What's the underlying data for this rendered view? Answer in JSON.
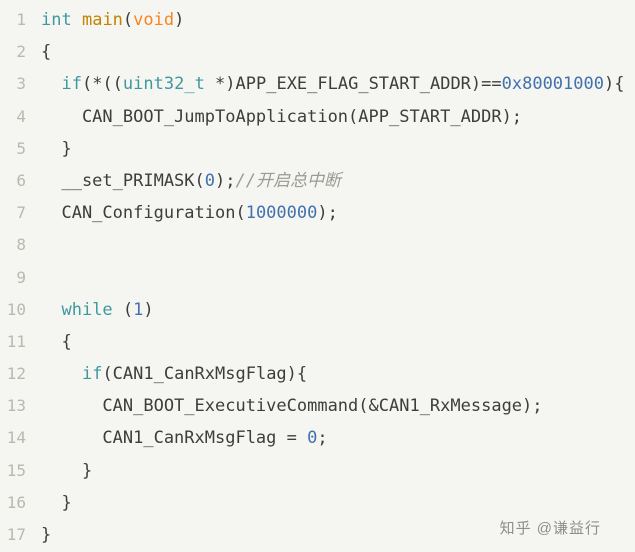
{
  "editor": {
    "language": "c",
    "background": "#f5f5f2",
    "line_number_color": "#b9b9b2",
    "text_color": "#3d3d3d",
    "token_colors": {
      "plain": "#3d3d3d",
      "keyword": "#3e999f",
      "type": "#3e999f",
      "function": "#c18401",
      "builtin": "#f5871f",
      "number": "#4271ae",
      "comment": "#9b9b95"
    },
    "lines": [
      {
        "number": "1",
        "tokens": [
          {
            "t": "keyword",
            "s": "int"
          },
          {
            "t": "plain",
            "s": " "
          },
          {
            "t": "function",
            "s": "main"
          },
          {
            "t": "plain",
            "s": "("
          },
          {
            "t": "builtin",
            "s": "void"
          },
          {
            "t": "plain",
            "s": ")"
          }
        ]
      },
      {
        "number": "2",
        "tokens": [
          {
            "t": "plain",
            "s": "{"
          }
        ]
      },
      {
        "number": "3",
        "tokens": [
          {
            "t": "plain",
            "s": "  "
          },
          {
            "t": "keyword",
            "s": "if"
          },
          {
            "t": "plain",
            "s": "(*(("
          },
          {
            "t": "type",
            "s": "uint32_t"
          },
          {
            "t": "plain",
            "s": " *)APP_EXE_FLAG_START_ADDR)=="
          },
          {
            "t": "number",
            "s": "0x80001000"
          },
          {
            "t": "plain",
            "s": "){"
          }
        ]
      },
      {
        "number": "4",
        "tokens": [
          {
            "t": "plain",
            "s": "    CAN_BOOT_JumpToApplication(APP_START_ADDR);"
          }
        ]
      },
      {
        "number": "5",
        "tokens": [
          {
            "t": "plain",
            "s": "  }"
          }
        ]
      },
      {
        "number": "6",
        "tokens": [
          {
            "t": "plain",
            "s": "  __set_PRIMASK("
          },
          {
            "t": "number",
            "s": "0"
          },
          {
            "t": "plain",
            "s": ");"
          },
          {
            "t": "comment",
            "s": "//开启总中断"
          }
        ]
      },
      {
        "number": "7",
        "tokens": [
          {
            "t": "plain",
            "s": "  CAN_Configuration("
          },
          {
            "t": "number",
            "s": "1000000"
          },
          {
            "t": "plain",
            "s": ");"
          }
        ]
      },
      {
        "number": "8",
        "tokens": []
      },
      {
        "number": "9",
        "tokens": []
      },
      {
        "number": "10",
        "tokens": [
          {
            "t": "plain",
            "s": "  "
          },
          {
            "t": "keyword",
            "s": "while"
          },
          {
            "t": "plain",
            "s": " ("
          },
          {
            "t": "number",
            "s": "1"
          },
          {
            "t": "plain",
            "s": ")"
          }
        ]
      },
      {
        "number": "11",
        "tokens": [
          {
            "t": "plain",
            "s": "  {"
          }
        ]
      },
      {
        "number": "12",
        "tokens": [
          {
            "t": "plain",
            "s": "    "
          },
          {
            "t": "keyword",
            "s": "if"
          },
          {
            "t": "plain",
            "s": "(CAN1_CanRxMsgFlag){"
          }
        ]
      },
      {
        "number": "13",
        "tokens": [
          {
            "t": "plain",
            "s": "      CAN_BOOT_ExecutiveCommand(&CAN1_RxMessage);"
          }
        ]
      },
      {
        "number": "14",
        "tokens": [
          {
            "t": "plain",
            "s": "      CAN1_CanRxMsgFlag = "
          },
          {
            "t": "number",
            "s": "0"
          },
          {
            "t": "plain",
            "s": ";"
          }
        ]
      },
      {
        "number": "15",
        "tokens": [
          {
            "t": "plain",
            "s": "    }"
          }
        ]
      },
      {
        "number": "16",
        "tokens": [
          {
            "t": "plain",
            "s": "  }"
          }
        ]
      },
      {
        "number": "17",
        "tokens": [
          {
            "t": "plain",
            "s": "}"
          }
        ]
      }
    ]
  },
  "watermark": {
    "text": "知乎 @谦益行"
  }
}
